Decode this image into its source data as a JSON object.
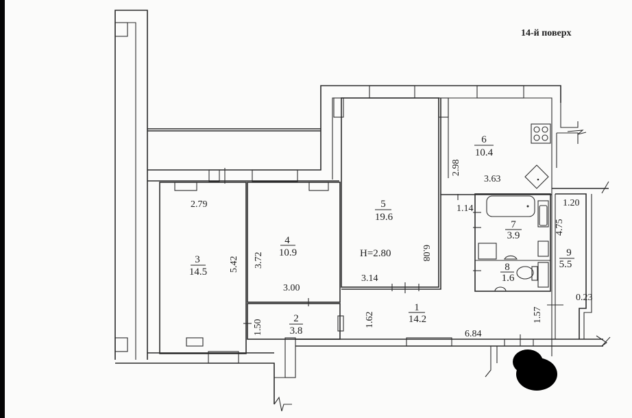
{
  "plan": {
    "floor_label": "14-й поверх",
    "ceiling_height": "H=2.80",
    "rooms": [
      {
        "number": "1",
        "area": "14.2"
      },
      {
        "number": "2",
        "area": "3.8"
      },
      {
        "number": "3",
        "area": "14.5"
      },
      {
        "number": "4",
        "area": "10.9"
      },
      {
        "number": "5",
        "area": "19.6"
      },
      {
        "number": "6",
        "area": "10.4"
      },
      {
        "number": "7",
        "area": "3.9"
      },
      {
        "number": "8",
        "area": "1.6"
      },
      {
        "number": "9",
        "area": "5.5"
      }
    ],
    "dimensions": {
      "room3_width": "2.79",
      "room3_length": "5.42",
      "room4_length": "3.72",
      "room4_width": "3.00",
      "room2_width": "1.50",
      "room5_length": "6.08",
      "room5_width": "3.14",
      "room1_width": "1.62",
      "room1_length": "6.84",
      "room6_width": "2.98",
      "room6_length": "3.63",
      "bath_width": "1.14",
      "balcony_width": "1.20",
      "balcony_length": "4.75",
      "balcony_offset": "0.23",
      "corridor_width": "1.57"
    },
    "redaction_color": "#000000",
    "line_color": "#2b2b2b",
    "background_color": "#fbfbfa"
  }
}
